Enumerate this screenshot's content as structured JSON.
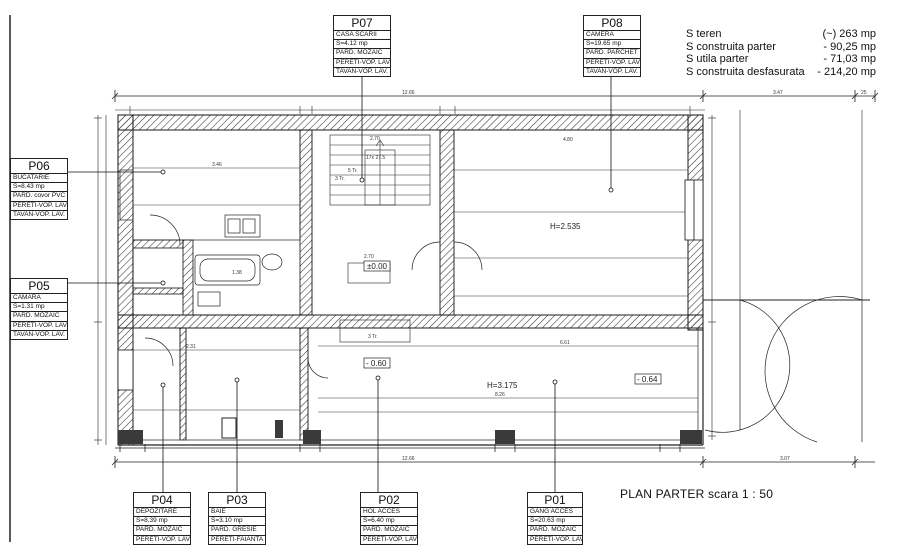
{
  "title": "PLAN PARTER scara 1 : 50",
  "areas": [
    {
      "label": "S teren",
      "value": "(~) 263 mp"
    },
    {
      "label": "S construita parter",
      "value": "- 90,25 mp"
    },
    {
      "label": "S utila parter",
      "value": "- 71,03 mp"
    },
    {
      "label": "S construita desfasurata",
      "value": "- 214,20 mp"
    }
  ],
  "rooms": {
    "p07": {
      "code": "P07",
      "name": "CASA SCARII",
      "area": "S=4.12 mp",
      "floor": "PARD. MOZAIC",
      "walls": "PERETI-VOP. LAV",
      "ceiling": "TAVAN-VOP. LAV."
    },
    "p08": {
      "code": "P08",
      "name": "CAMERA",
      "area": "S=19.65 mp",
      "floor": "PARD. PARCHET",
      "walls": "PERETI-VOP. LAV",
      "ceiling": "TAVAN-VOP. LAV."
    },
    "p06": {
      "code": "P06",
      "name": "BUCATARIE",
      "area": "S=8.43 mp",
      "floor": "PARD. covor PVC",
      "walls": "PERETI-VOP. LAV",
      "ceiling": "TAVAN-VOP. LAV."
    },
    "p05": {
      "code": "P05",
      "name": "CAMARA",
      "area": "S=1.31 mp",
      "floor": "PARD. MOZAIC",
      "walls": "PERETI-VOP. LAV",
      "ceiling": "TAVAN-VOP. LAV."
    },
    "p04": {
      "code": "P04",
      "name": "DEPOZITARE",
      "area": "S=8.39 mp",
      "floor": "PARD. MOZAIC",
      "walls": "PERETI-VOP. LAV"
    },
    "p03": {
      "code": "P03",
      "name": "BAIE",
      "area": "S=3.10 mp",
      "floor": "PARD. GRESIE",
      "walls": "PERETI-FAIANTA"
    },
    "p02": {
      "code": "P02",
      "name": "HOL ACCES",
      "area": "S=6.40 mp",
      "floor": "PARD. MOZAIC",
      "walls": "PERETI-VOP. LAV"
    },
    "p01": {
      "code": "P01",
      "name": "GANG ACCES",
      "area": "S=20.63 mp",
      "floor": "PARD. MOZAIC",
      "walls": "PERETI-VOP. LAV"
    }
  },
  "plan_labels": {
    "height_room": "H=2.535",
    "height_passage": "H=3.175",
    "level_zero": "±0.00",
    "level_hall": "- 0.60",
    "level_passage": "- 0.64",
    "dim_total_top": "12.66",
    "dim_right_top": "3.47",
    "dim_edge_top": "25",
    "dim_total_bottom": "12.66",
    "dim_right_bottom": "3.07",
    "dim_kitchen_w": "3.46",
    "dim_room_w": "4.80",
    "dim_passage_w": "6.61",
    "dim_passage_len": "8.26",
    "dim_stair_w": "2.70",
    "dim_stair_w2": "2.70",
    "dim_depot_w": "2.31",
    "dim_bath_w": "1.38",
    "stair_label": "17x 27.5",
    "stair_rise": "3 Tr.",
    "stair_rise2": "5 Tr.",
    "stair_rise3": "3 Tr."
  },
  "colors": {
    "ink": "#111111",
    "hatch": "#333333",
    "floor_mark": "#3a3a3a"
  }
}
